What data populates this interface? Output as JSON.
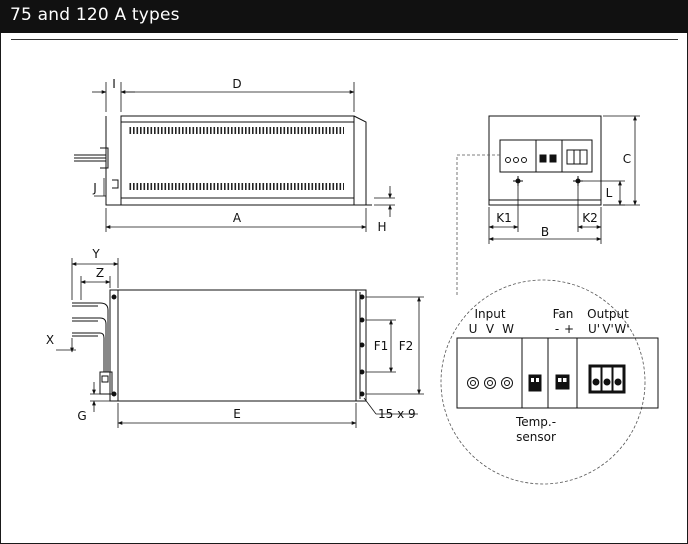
{
  "header": {
    "title": "75 and 120 A types"
  },
  "dimensions": {
    "A": "A",
    "B": "B",
    "C": "C",
    "D": "D",
    "E": "E",
    "F1": "F1",
    "F2": "F2",
    "G": "G",
    "H": "H",
    "I": "I",
    "J": "J",
    "K1": "K1",
    "K2": "K2",
    "L": "L",
    "X": "X",
    "Y": "Y",
    "Z": "Z",
    "slot": "15 x 9"
  },
  "terminals": {
    "input_label": "Input",
    "input_phases": [
      "U",
      "V",
      "W"
    ],
    "fan_label": "Fan",
    "fan_polarity": [
      "-",
      "+"
    ],
    "output_label": "Output",
    "output_phases": [
      "U'",
      "V'",
      "W'"
    ],
    "temp_sensor_line1": "Temp.-",
    "temp_sensor_line2": "sensor"
  }
}
